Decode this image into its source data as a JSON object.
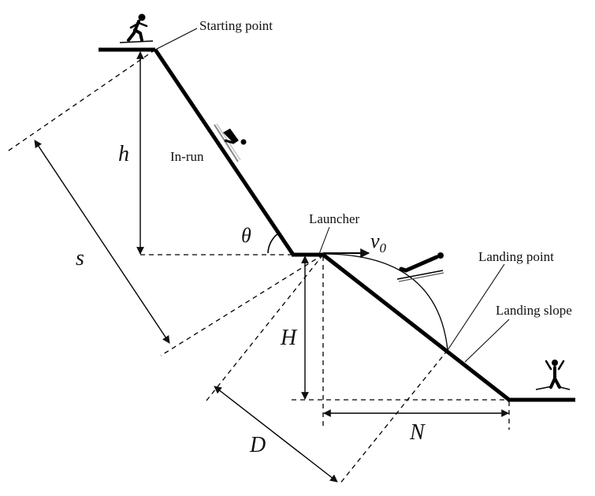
{
  "labels": {
    "starting_point": "Starting point",
    "in_run": "In-run",
    "launcher": "Launcher",
    "landing_point": "Landing point",
    "landing_slope": "Landing slope"
  },
  "symbols": {
    "h": "h",
    "s": "s",
    "theta": "θ",
    "v": "v",
    "v_sub": "0",
    "H": "H",
    "D": "D",
    "N": "N"
  },
  "icons": [
    "skier-start-icon",
    "skier-inrun-icon",
    "skier-flight-icon",
    "skier-landed-icon"
  ]
}
